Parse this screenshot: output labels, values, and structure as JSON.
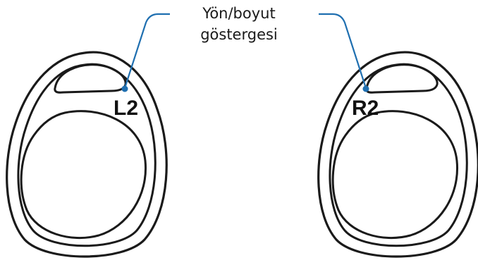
{
  "diagram": {
    "callout": {
      "line1": "Yön/boyut",
      "line2": "göstergesi"
    },
    "tips": [
      {
        "id": "left",
        "label": "L2"
      },
      {
        "id": "right",
        "label": "R2"
      }
    ],
    "colors": {
      "outline": "#1a1a1a",
      "callout_line": "#1f6fb0",
      "callout_dot": "#1f6fb0",
      "label_text": "#1a1a1a",
      "background": "#ffffff"
    }
  }
}
